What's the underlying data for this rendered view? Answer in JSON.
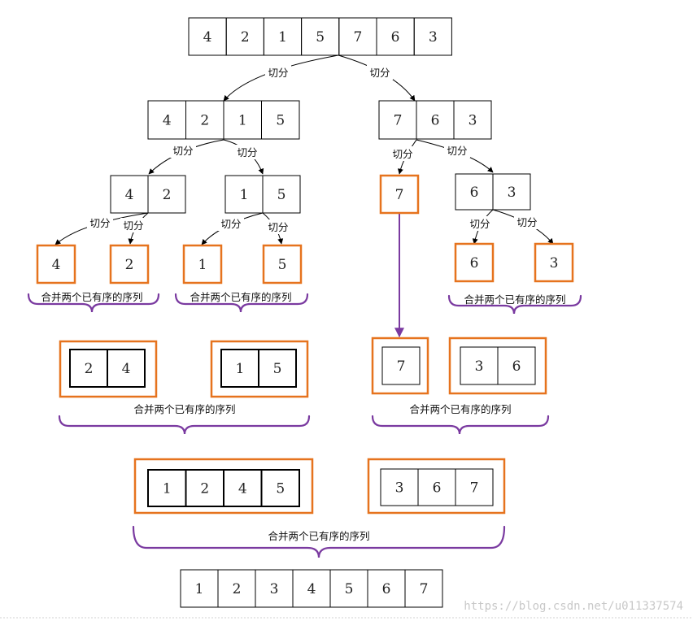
{
  "colors": {
    "cell_border": "#000000",
    "highlight": "#e6731e",
    "merge_arrow": "#7a3aa0",
    "brace": "#7a3aa0",
    "watermark": "#c8c8c8"
  },
  "arrays": {
    "root": [
      "4",
      "2",
      "1",
      "5",
      "7",
      "6",
      "3"
    ],
    "l1_left": [
      "4",
      "2",
      "1",
      "5"
    ],
    "l1_right": [
      "7",
      "6",
      "3"
    ],
    "l2_a": [
      "4",
      "2"
    ],
    "l2_b": [
      "1",
      "5"
    ],
    "l2_c": [
      "7"
    ],
    "l2_d": [
      "6",
      "3"
    ],
    "leaf_a": [
      "4"
    ],
    "leaf_b": [
      "2"
    ],
    "leaf_c": [
      "1"
    ],
    "leaf_d": [
      "5"
    ],
    "leaf_e": [
      "6"
    ],
    "leaf_f": [
      "3"
    ],
    "m1_a": [
      "2",
      "4"
    ],
    "m1_b": [
      "1",
      "5"
    ],
    "m1_c": [
      "7"
    ],
    "m1_d": [
      "3",
      "6"
    ],
    "m2_a": [
      "1",
      "2",
      "4",
      "5"
    ],
    "m2_b": [
      "3",
      "6",
      "7"
    ],
    "final": [
      "1",
      "2",
      "3",
      "4",
      "5",
      "6",
      "7"
    ]
  },
  "labels": {
    "split": "切分",
    "merge": "合并两个已有序的序列"
  },
  "watermark": "https://blog.csdn.net/u011337574"
}
